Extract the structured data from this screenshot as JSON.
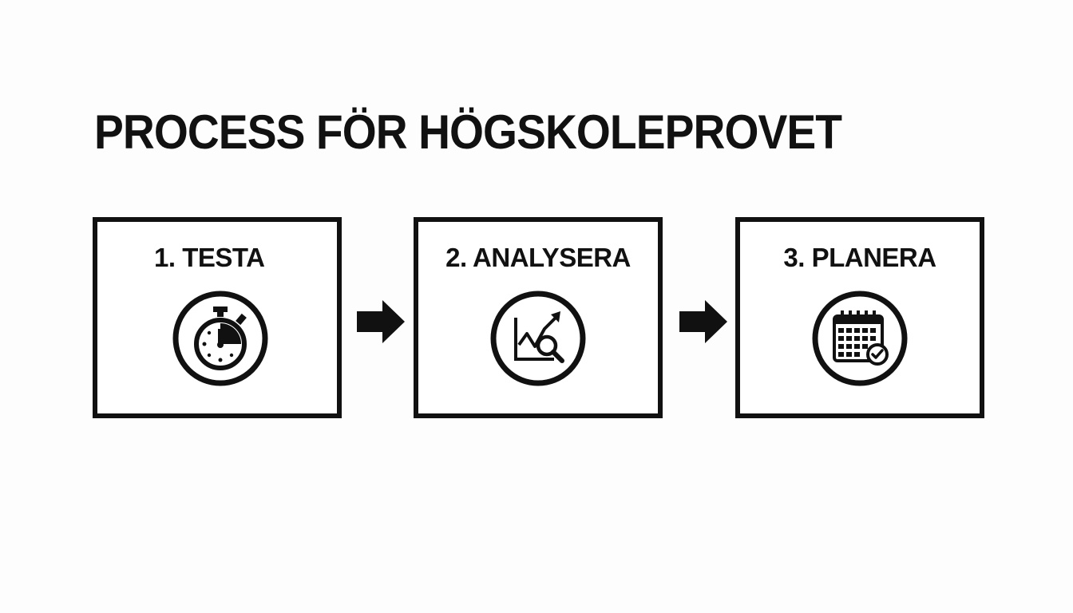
{
  "title": "PROCESS FÖR HÖGSKOLEPROVET",
  "steps": [
    {
      "label": "1. TESTA",
      "icon": "stopwatch-icon"
    },
    {
      "label": "2. ANALYSERA",
      "icon": "chart-magnifier-icon"
    },
    {
      "label": "3. PLANERA",
      "icon": "calendar-check-icon"
    }
  ],
  "connectors": [
    "arrow-right-icon",
    "arrow-right-icon"
  ],
  "colors": {
    "ink": "#111111",
    "background": "#fdfdfd"
  }
}
